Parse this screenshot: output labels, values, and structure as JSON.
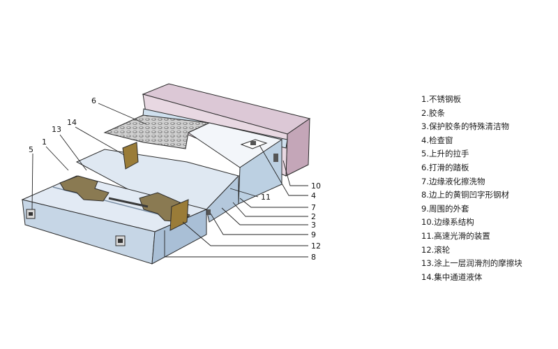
{
  "legend": [
    "1.不锈钢板",
    "2.胶条",
    "3.保护胶条的特殊清洁物",
    "4.检查窗",
    "5.上升的拉手",
    "6.打滑的踏板",
    "7.边缘液化擦洗物",
    "8.边上的黄铜凹字形钢材",
    "9.周围的外套",
    "10.边缘系结构",
    "11.高速光滑的装置",
    "12.滚轮",
    "13.涂上一层润滑剂的摩擦块",
    "14.集中通道液体"
  ],
  "callouts": {
    "n1": "1",
    "n2": "2",
    "n3": "3",
    "n4": "4",
    "n5": "5",
    "n6": "6",
    "n7": "7",
    "n8": "8",
    "n9": "9",
    "n10": "10",
    "n11": "11",
    "n12": "12",
    "n13": "13",
    "n14": "14"
  },
  "colors": {
    "outline": "#2a2a2a",
    "top_surface": "#e2eaf4",
    "side_surface": "#b9cce0",
    "wall_top": "#dcc8d6",
    "wall_side": "#c4a6b8",
    "brass": "#9a7c38"
  }
}
